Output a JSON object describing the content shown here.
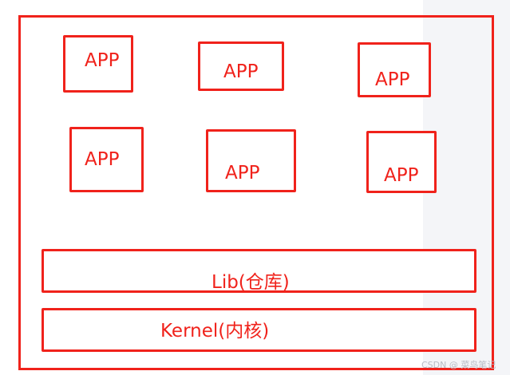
{
  "diagram": {
    "apps": [
      {
        "label": "APP"
      },
      {
        "label": "APP"
      },
      {
        "label": "APP"
      },
      {
        "label": "APP"
      },
      {
        "label": "APP"
      },
      {
        "label": "APP"
      }
    ],
    "lib": {
      "label": "Lib(仓库)"
    },
    "kernel": {
      "label": "Kernel(内核)"
    },
    "colors": {
      "stroke": "#f0221b",
      "text": "#f0221b"
    }
  },
  "watermark": "CSDN @ 菜鸟笔记"
}
